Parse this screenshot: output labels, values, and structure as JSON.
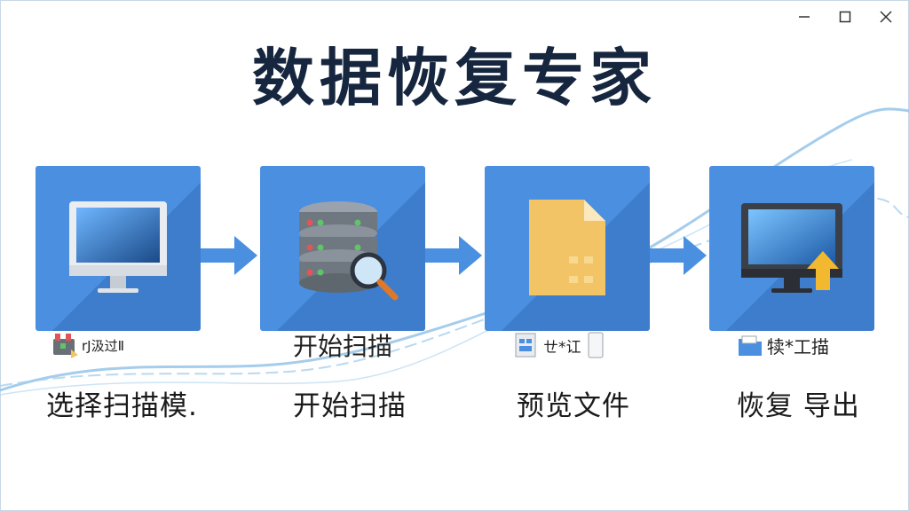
{
  "app": {
    "title": "数据恢复专家"
  },
  "window_controls": [
    "minimize",
    "maximize",
    "close"
  ],
  "steps": [
    {
      "icon": "monitor-icon",
      "sub_label": "rJ汲过Ⅱ",
      "label": "选择扫描模."
    },
    {
      "icon": "database-search-icon",
      "sub_label": "开始扫描",
      "label": "开始扫描"
    },
    {
      "icon": "document-file-icon",
      "sub_label": "ㄝ*讧",
      "label": "预览文件"
    },
    {
      "icon": "monitor-upload-icon",
      "sub_label": "犊*工描",
      "label": "恢复 导出"
    }
  ],
  "colors": {
    "tile": "#4a8fe0",
    "title": "#16263f",
    "wave": "#8ec0e6",
    "arrow": "#4a8fe0"
  }
}
